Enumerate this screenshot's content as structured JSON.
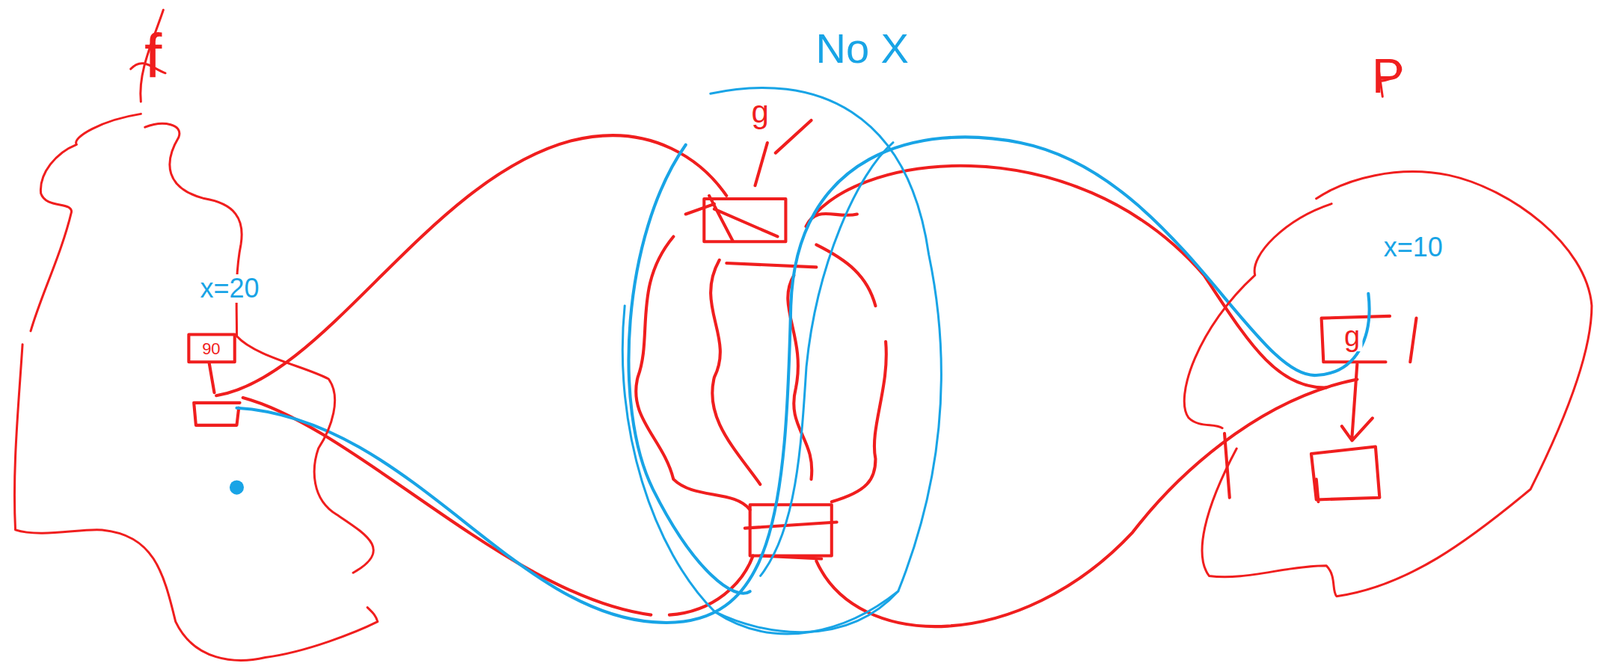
{
  "diagram": {
    "nodes": [
      {
        "text": [
          "f"
        ]
      },
      {
        "text": [
          "No X"
        ]
      },
      {
        "text": [
          "P"
        ]
      }
    ],
    "labels": [
      "x=20",
      "90",
      "g",
      "x=10",
      "g"
    ]
  }
}
